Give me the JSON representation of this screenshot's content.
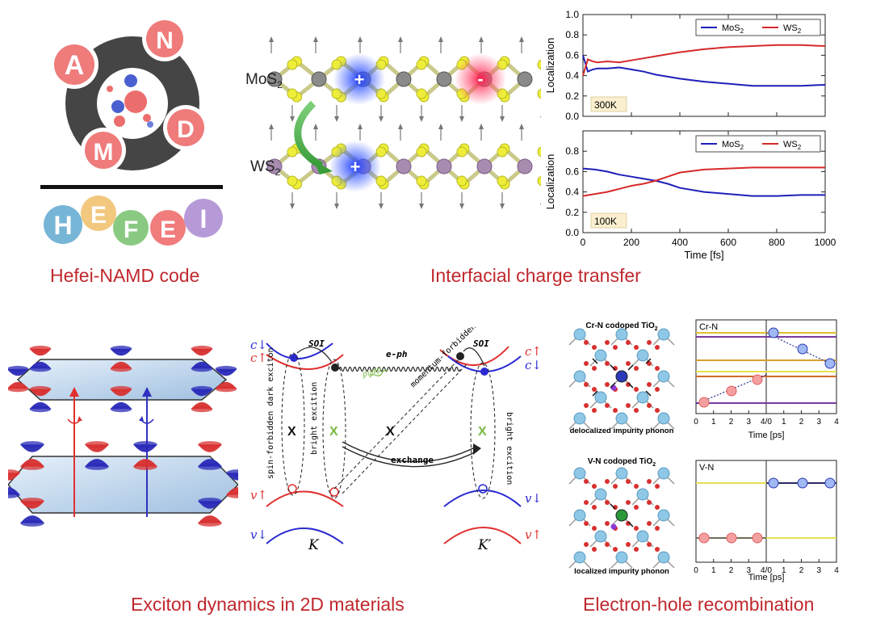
{
  "captions": {
    "namd": "Hefei-NAMD code",
    "transfer": "Interfacial charge transfer",
    "exciton": "Exciton dynamics in 2D materials",
    "recomb": "Electron-hole recombination"
  },
  "logo": {
    "ring_letters": [
      "A",
      "N",
      "M",
      "D"
    ],
    "word_letters": [
      "H",
      "E",
      "F",
      "E",
      "I"
    ]
  },
  "lattice": {
    "top_label": "MoS",
    "bottom_label": "WS",
    "sub": "2",
    "plus": "+",
    "minus": "-"
  },
  "chart_data": [
    {
      "type": "line",
      "annotation": "300K",
      "xlabel": "Time [fs]",
      "ylabel": "Localization",
      "xlim": [
        0,
        1000
      ],
      "ylim": [
        0.0,
        1.0
      ],
      "xticks": [
        "0",
        "200",
        "400",
        "600",
        "800",
        "1000"
      ],
      "yticks": [
        "0.0",
        "0.2",
        "0.4",
        "0.6",
        "0.8",
        "1.0"
      ],
      "legend_position": "top-right",
      "series": [
        {
          "name": "MoS",
          "name_sub": "2",
          "color": "#1f1fb8",
          "x": [
            0,
            20,
            40,
            60,
            100,
            150,
            200,
            250,
            300,
            400,
            500,
            600,
            700,
            800,
            900,
            1000
          ],
          "y": [
            0.6,
            0.44,
            0.46,
            0.47,
            0.47,
            0.48,
            0.46,
            0.44,
            0.41,
            0.37,
            0.34,
            0.32,
            0.3,
            0.3,
            0.3,
            0.31
          ]
        },
        {
          "name": "WS",
          "name_sub": "2",
          "color": "#d62a2a",
          "x": [
            0,
            20,
            40,
            60,
            100,
            150,
            200,
            250,
            300,
            400,
            500,
            600,
            700,
            800,
            900,
            1000
          ],
          "y": [
            0.4,
            0.56,
            0.54,
            0.53,
            0.54,
            0.53,
            0.55,
            0.57,
            0.59,
            0.63,
            0.66,
            0.68,
            0.69,
            0.7,
            0.7,
            0.69
          ]
        }
      ]
    },
    {
      "type": "line",
      "annotation": "100K",
      "xlabel": "Time [fs]",
      "ylabel": "Localization",
      "xlim": [
        0,
        1000
      ],
      "ylim": [
        0.0,
        1.0
      ],
      "xticks": [
        "0",
        "200",
        "400",
        "600",
        "800",
        "1000"
      ],
      "yticks": [
        "0.0",
        "0.2",
        "0.4",
        "0.6",
        "0.8"
      ],
      "legend_position": "top-right",
      "series": [
        {
          "name": "MoS",
          "name_sub": "2",
          "color": "#1f1fb8",
          "x": [
            0,
            50,
            100,
            150,
            200,
            250,
            300,
            350,
            400,
            500,
            600,
            700,
            800,
            900,
            1000
          ],
          "y": [
            0.63,
            0.62,
            0.6,
            0.57,
            0.55,
            0.53,
            0.51,
            0.48,
            0.44,
            0.4,
            0.38,
            0.36,
            0.36,
            0.37,
            0.37
          ]
        },
        {
          "name": "WS",
          "name_sub": "2",
          "color": "#d62a2a",
          "x": [
            0,
            50,
            100,
            150,
            200,
            250,
            300,
            350,
            400,
            500,
            600,
            700,
            800,
            900,
            1000
          ],
          "y": [
            0.36,
            0.38,
            0.4,
            0.43,
            0.46,
            0.48,
            0.51,
            0.55,
            0.59,
            0.62,
            0.63,
            0.64,
            0.64,
            0.64,
            0.64
          ]
        }
      ]
    }
  ],
  "exciton": {
    "labels": {
      "c_down": "c↓",
      "c_up": "c↑",
      "v_up": "v↑",
      "v_down": "v↓",
      "soi": "SOI",
      "eph": "e-ph",
      "pump": "pump",
      "spin_forbidden": "spin-forbidden dark exciton",
      "bright": "bright excition",
      "momentum": "momentum-forbidden dark exciton",
      "bright2": "bright excition",
      "exchange": "exchange",
      "x": "X",
      "K": "K",
      "Kp": "K′"
    }
  },
  "recomb": {
    "crn_title": "Cr-N codoped TiO",
    "crn_sub": "2",
    "crn_caption": "delocalized impurity phonon",
    "vn_title": "V-N codoped TiO",
    "vn_sub": "2",
    "vn_caption": "localized impurity phonon",
    "plot_crn_label": "Cr-N",
    "plot_vn_label": "V-N",
    "xlabel": "Time [ps]",
    "xticks": [
      "0",
      "1",
      "2",
      "3",
      "4/0",
      "1",
      "2",
      "3",
      "4"
    ]
  }
}
